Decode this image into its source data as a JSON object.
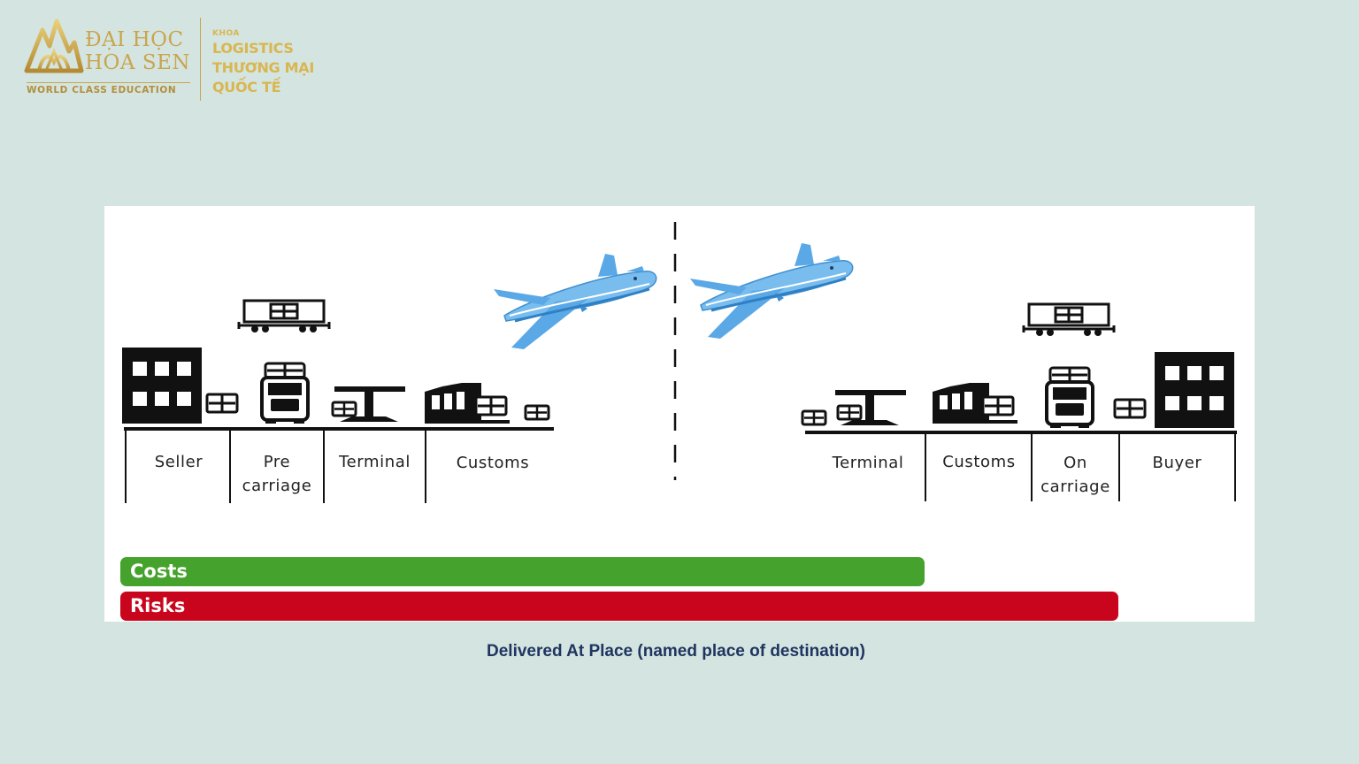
{
  "logo": {
    "name_line1": "ĐẠI HỌC",
    "name_line2": "HOA SEN",
    "tagline": "WORLD CLASS EDUCATION",
    "faculty_prefix": "KHOA",
    "faculty_line1": "LOGISTICS",
    "faculty_line2": "THƯƠNG MẠI",
    "faculty_line3": "QUỐC TẾ"
  },
  "diagram": {
    "origin_stages": [
      "Seller",
      "Pre\ncarriage",
      "Terminal",
      "Customs"
    ],
    "destination_stages": [
      "Terminal",
      "Customs",
      "On\ncarriage",
      "Buyer"
    ],
    "bars": {
      "costs_label": "Costs",
      "risks_label": "Risks"
    },
    "colors": {
      "costs": "#45a22c",
      "risks": "#c8051c",
      "plane": "#66b4ea",
      "buildings": "#111111"
    },
    "icons": [
      "building-icon",
      "truck-icon",
      "rail-wagon-icon",
      "terminal-crane-icon",
      "customs-warehouse-icon",
      "package-icon",
      "airplane-icon"
    ]
  },
  "caption": "Delivered At Place (named place of destination)"
}
